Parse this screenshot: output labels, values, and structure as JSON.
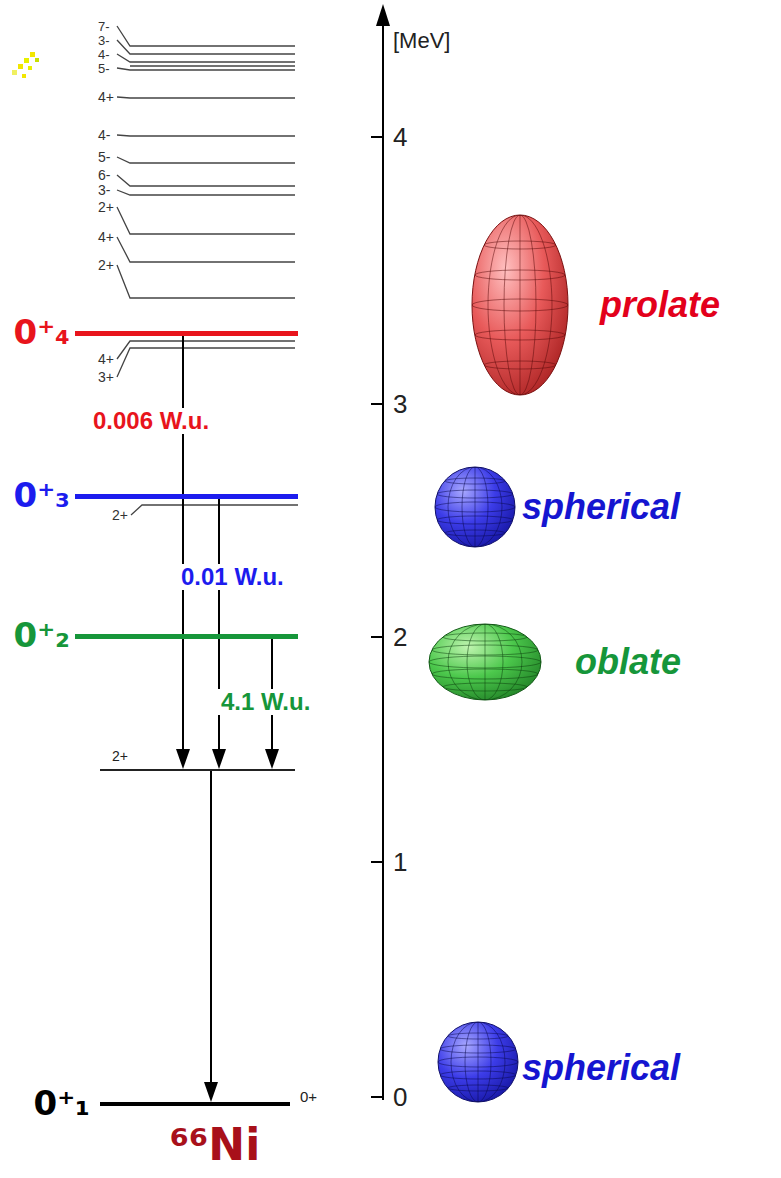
{
  "diagram": {
    "title": "⁶⁶Ni",
    "nodes": [
      {
        "text": [
          "0⁺₄"
        ]
      },
      {
        "text": [
          "0⁺₃"
        ]
      },
      {
        "text": [
          "0⁺₂"
        ]
      },
      {
        "text": [
          "2+"
        ]
      },
      {
        "text": [
          "0⁺₁",
          "0+"
        ]
      }
    ],
    "edges": [
      {
        "from": 0,
        "to": 3,
        "arrow": "to",
        "label": "0.006 W.u."
      },
      {
        "from": 1,
        "to": 3,
        "arrow": "to",
        "label": "0.01 W.u."
      },
      {
        "from": 2,
        "to": 3,
        "arrow": "to",
        "label": "4.1 W.u."
      },
      {
        "from": 3,
        "to": 4,
        "arrow": "to"
      }
    ],
    "labels": [
      "[MeV]",
      "4",
      "3",
      "2",
      "1",
      "0",
      "7-",
      "3-",
      "4-",
      "5-",
      "4+",
      "4-",
      "5-",
      "6-",
      "3-",
      "2+",
      "4+",
      "2+",
      "4+",
      "3+",
      "2+",
      "prolate",
      "spherical",
      "oblate",
      "spherical"
    ]
  }
}
